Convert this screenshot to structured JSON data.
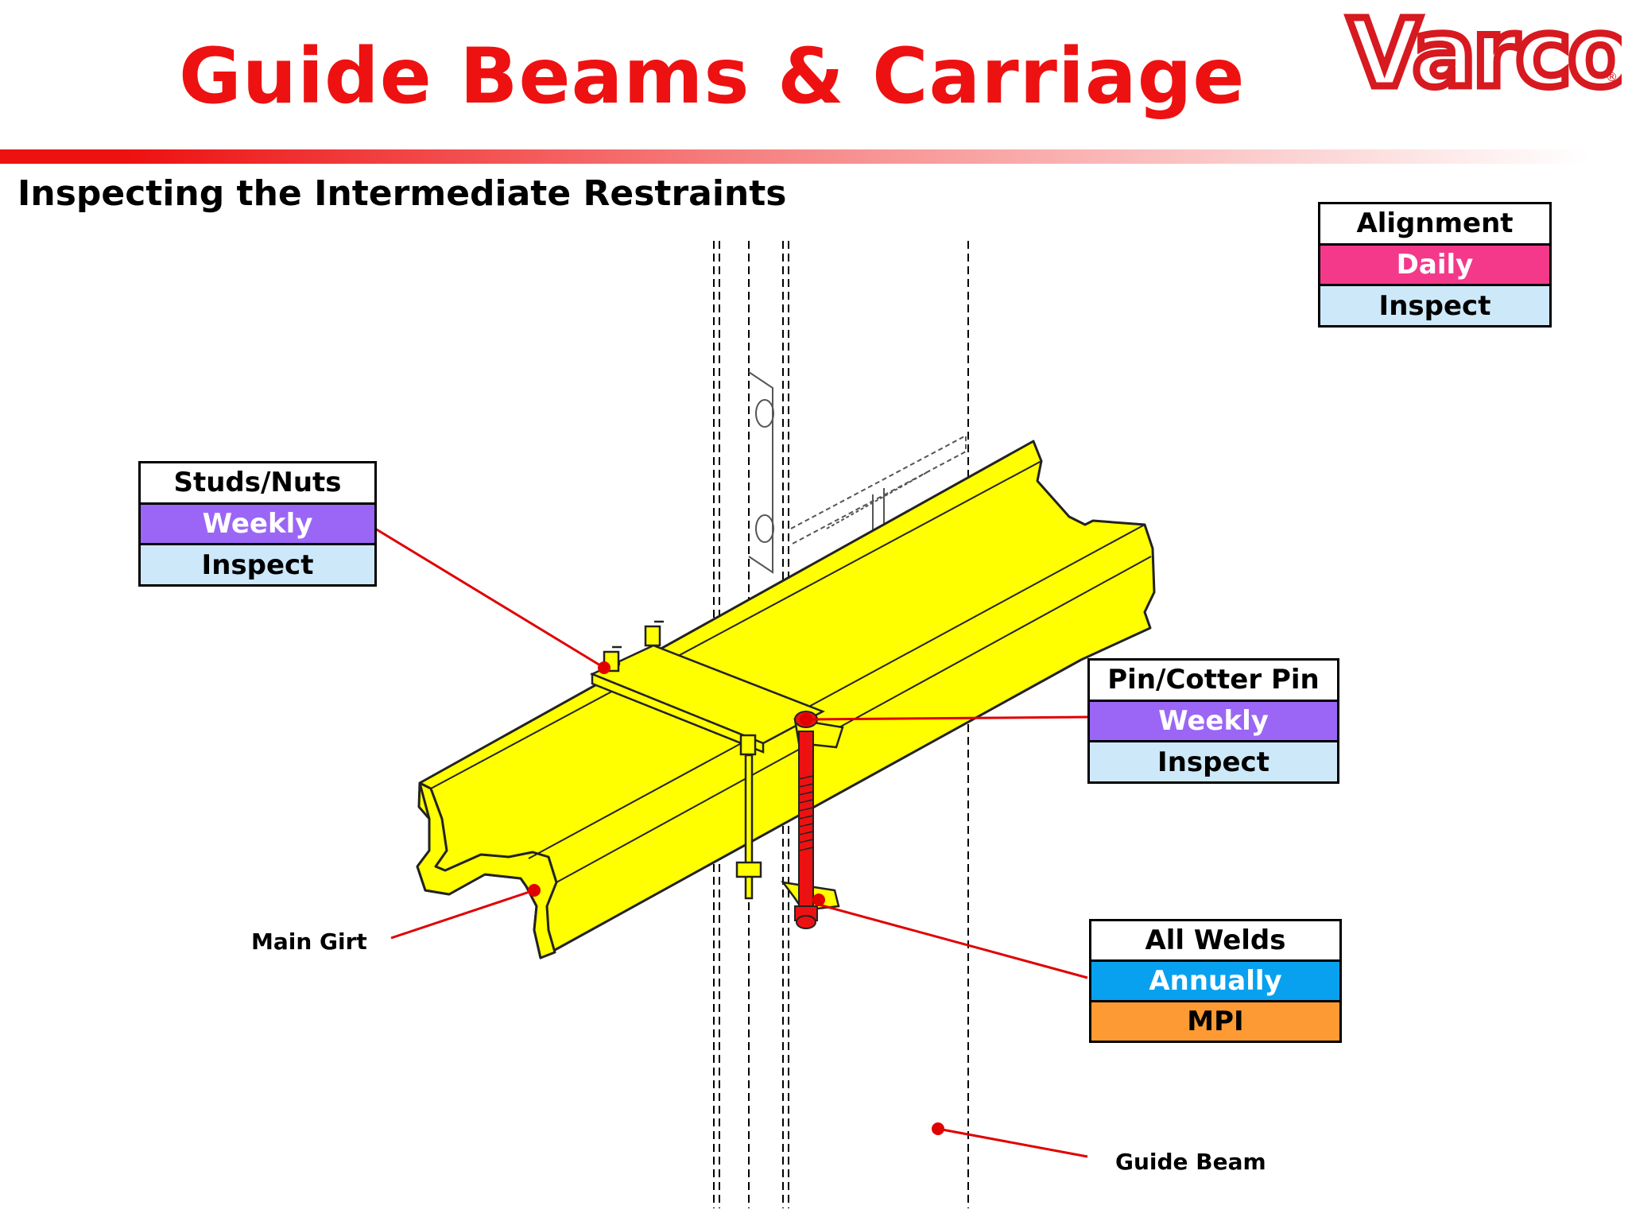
{
  "title": "Guide Beams & Carriage",
  "subtitle": "Inspecting the Intermediate Restraints",
  "logo": {
    "text": "Varco",
    "mark": "®"
  },
  "colors": {
    "title": "#ee1111",
    "leader": "#e00000",
    "girt": "#ffff00",
    "pin": "#ee1111",
    "inspect": "#cde9f9",
    "weekly": "#9b66f5",
    "daily": "#f4398b",
    "annually": "#08a1ef",
    "mpi": "#fd9a33"
  },
  "boxes": {
    "alignment": {
      "part": "Alignment",
      "frequency": "Daily",
      "method": "Inspect"
    },
    "studs_nuts": {
      "part": "Studs/Nuts",
      "frequency": "Weekly",
      "method": "Inspect"
    },
    "pin_cotter": {
      "part": "Pin/Cotter Pin",
      "frequency": "Weekly",
      "method": "Inspect"
    },
    "all_welds": {
      "part": "All Welds",
      "frequency": "Annually",
      "method": "MPI"
    }
  },
  "labels": {
    "main_girt": "Main Girt",
    "guide_beam": "Guide Beam"
  }
}
